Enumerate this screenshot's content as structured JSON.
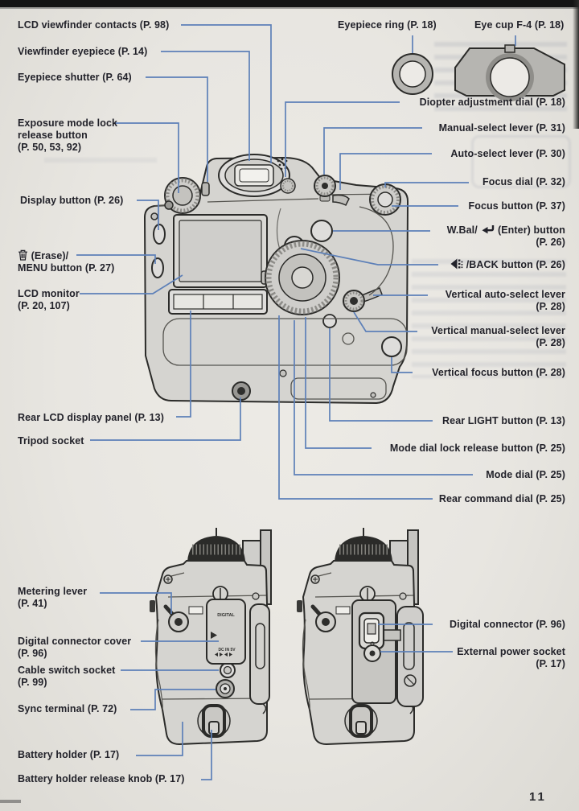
{
  "page_number": "11",
  "left_labels": {
    "lcd_viewfinder_contacts": "LCD viewfinder contacts (P. 98)",
    "viewfinder_eyepiece": "Viewfinder eyepiece (P. 14)",
    "eyepiece_shutter": "Eyepiece shutter (P. 64)",
    "exposure_mode_lock_1": "Exposure mode lock",
    "exposure_mode_lock_2": "release button",
    "exposure_mode_lock_3": "(P. 50, 53, 92)",
    "display_button": "Display button (P. 26)",
    "erase_line": "(Erase)/",
    "menu_line": "MENU button (P. 27)",
    "lcd_monitor_1": "LCD monitor",
    "lcd_monitor_2": "(P. 20, 107)",
    "rear_lcd_panel": "Rear LCD display panel (P. 13)",
    "tripod_socket": "Tripod socket",
    "metering_lever_1": "Metering  lever",
    "metering_lever_2": "(P. 41)",
    "digital_connector_cover_1": "Digital connector cover",
    "digital_connector_cover_2": "(P. 96)",
    "cable_switch_socket_1": "Cable switch socket",
    "cable_switch_socket_2": "(P. 99)",
    "sync_terminal": "Sync terminal (P. 72)",
    "battery_holder": "Battery holder (P. 17)",
    "battery_holder_release": "Battery holder release knob (P. 17)"
  },
  "right_labels": {
    "eyepiece_ring": "Eyepiece ring (P. 18)",
    "eye_cup": "Eye cup F-4 (P. 18)",
    "diopter": "Diopter adjustment dial (P. 18)",
    "manual_select": "Manual-select lever (P. 31)",
    "auto_select": "Auto-select lever (P. 30)",
    "focus_dial": "Focus dial (P. 32)",
    "focus_button": "Focus button (P. 37)",
    "wbal_prefix": "W.Bal/",
    "wbal_suffix": "(Enter) button",
    "wbal_page": "(P. 26)",
    "back_button": "/BACK button (P. 26)",
    "vertical_auto_1": "Vertical auto-select lever",
    "vertical_auto_2": "(P. 28)",
    "vertical_manual_1": "Vertical manual-select lever",
    "vertical_manual_2": "(P. 28)",
    "vertical_focus": "Vertical focus button (P. 28)",
    "rear_light": "Rear LIGHT button (P. 13)",
    "mode_dial_lock": "Mode dial lock release button (P. 25)",
    "mode_dial": "Mode dial (P. 25)",
    "rear_command_dial": "Rear command dial (P. 25)",
    "digital_connector": "Digital connector (P. 96)",
    "external_power_1": "External power socket",
    "external_power_2": "(P. 17)"
  },
  "camera_markings": {
    "digital": "DIGITAL",
    "dc_in": "DC IN 5V"
  },
  "icons": {
    "erase": "trash-icon",
    "enter": "return-arrow-icon",
    "back": "back-arrow-icon"
  },
  "colors": {
    "leader_line": "#5d80b8",
    "label_text": "#22222a",
    "paper": "#e8e6e1",
    "drawing_outline": "#2b2b29",
    "drawing_fill": "#d5d4d0"
  }
}
